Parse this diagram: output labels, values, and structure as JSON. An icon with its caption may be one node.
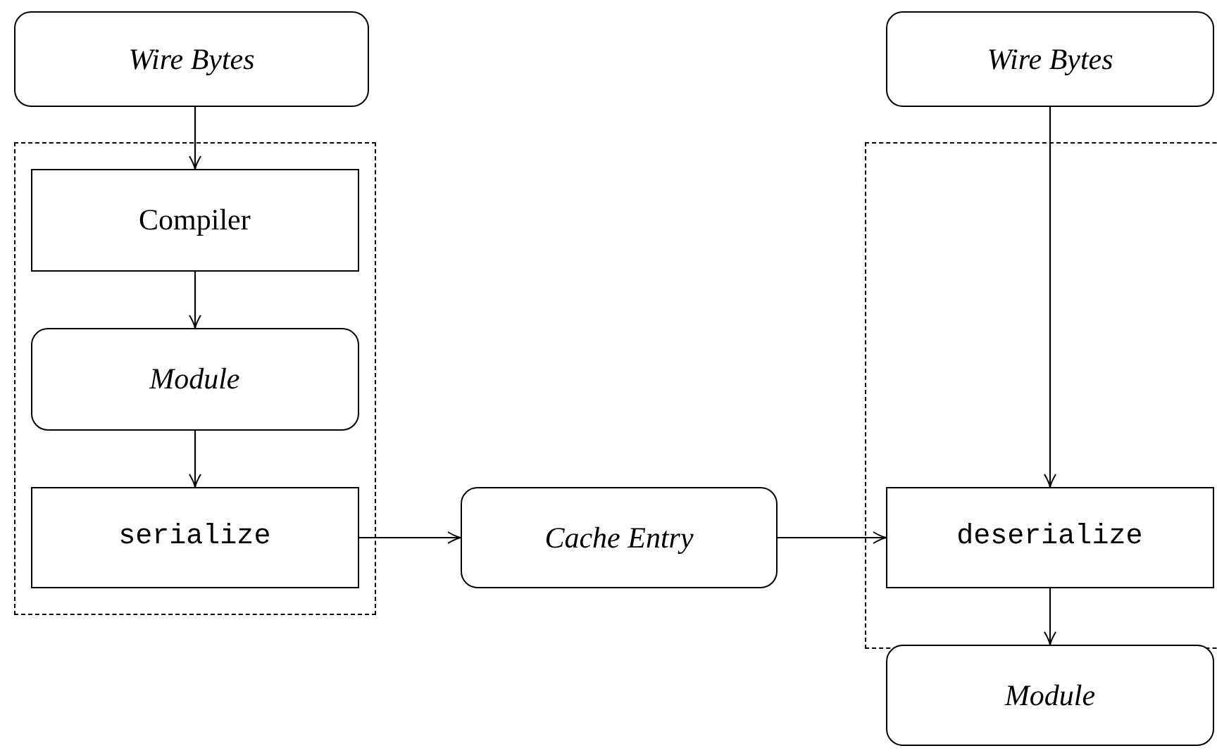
{
  "diagram": {
    "nodes": [
      {
        "text": [
          "Wire Bytes"
        ]
      },
      {
        "text": [],
        "shape": "box"
      },
      {
        "text": [
          "Compiler"
        ],
        "in": 1
      },
      {
        "text": [
          "Module"
        ],
        "in": 1
      },
      {
        "text": [
          "serialize"
        ],
        "in": 1
      },
      {
        "text": [
          "Cache Entry"
        ]
      },
      {
        "text": [
          "Wire Bytes"
        ]
      },
      {
        "text": [],
        "shape": "box"
      },
      {
        "text": [
          "deserialize"
        ],
        "in": 7
      },
      {
        "text": [
          "Module"
        ]
      }
    ],
    "edges": [
      {
        "from": 0,
        "to": 2,
        "arrow": "to"
      },
      {
        "from": 2,
        "to": 3,
        "arrow": "to"
      },
      {
        "from": 3,
        "to": 4,
        "arrow": "to"
      },
      {
        "from": 4,
        "to": 5,
        "arrow": "to"
      },
      {
        "from": 5,
        "to": 8,
        "arrow": "to"
      },
      {
        "from": 6,
        "to": 8,
        "arrow": "to"
      },
      {
        "from": 8,
        "to": 9,
        "arrow": "to"
      }
    ]
  }
}
